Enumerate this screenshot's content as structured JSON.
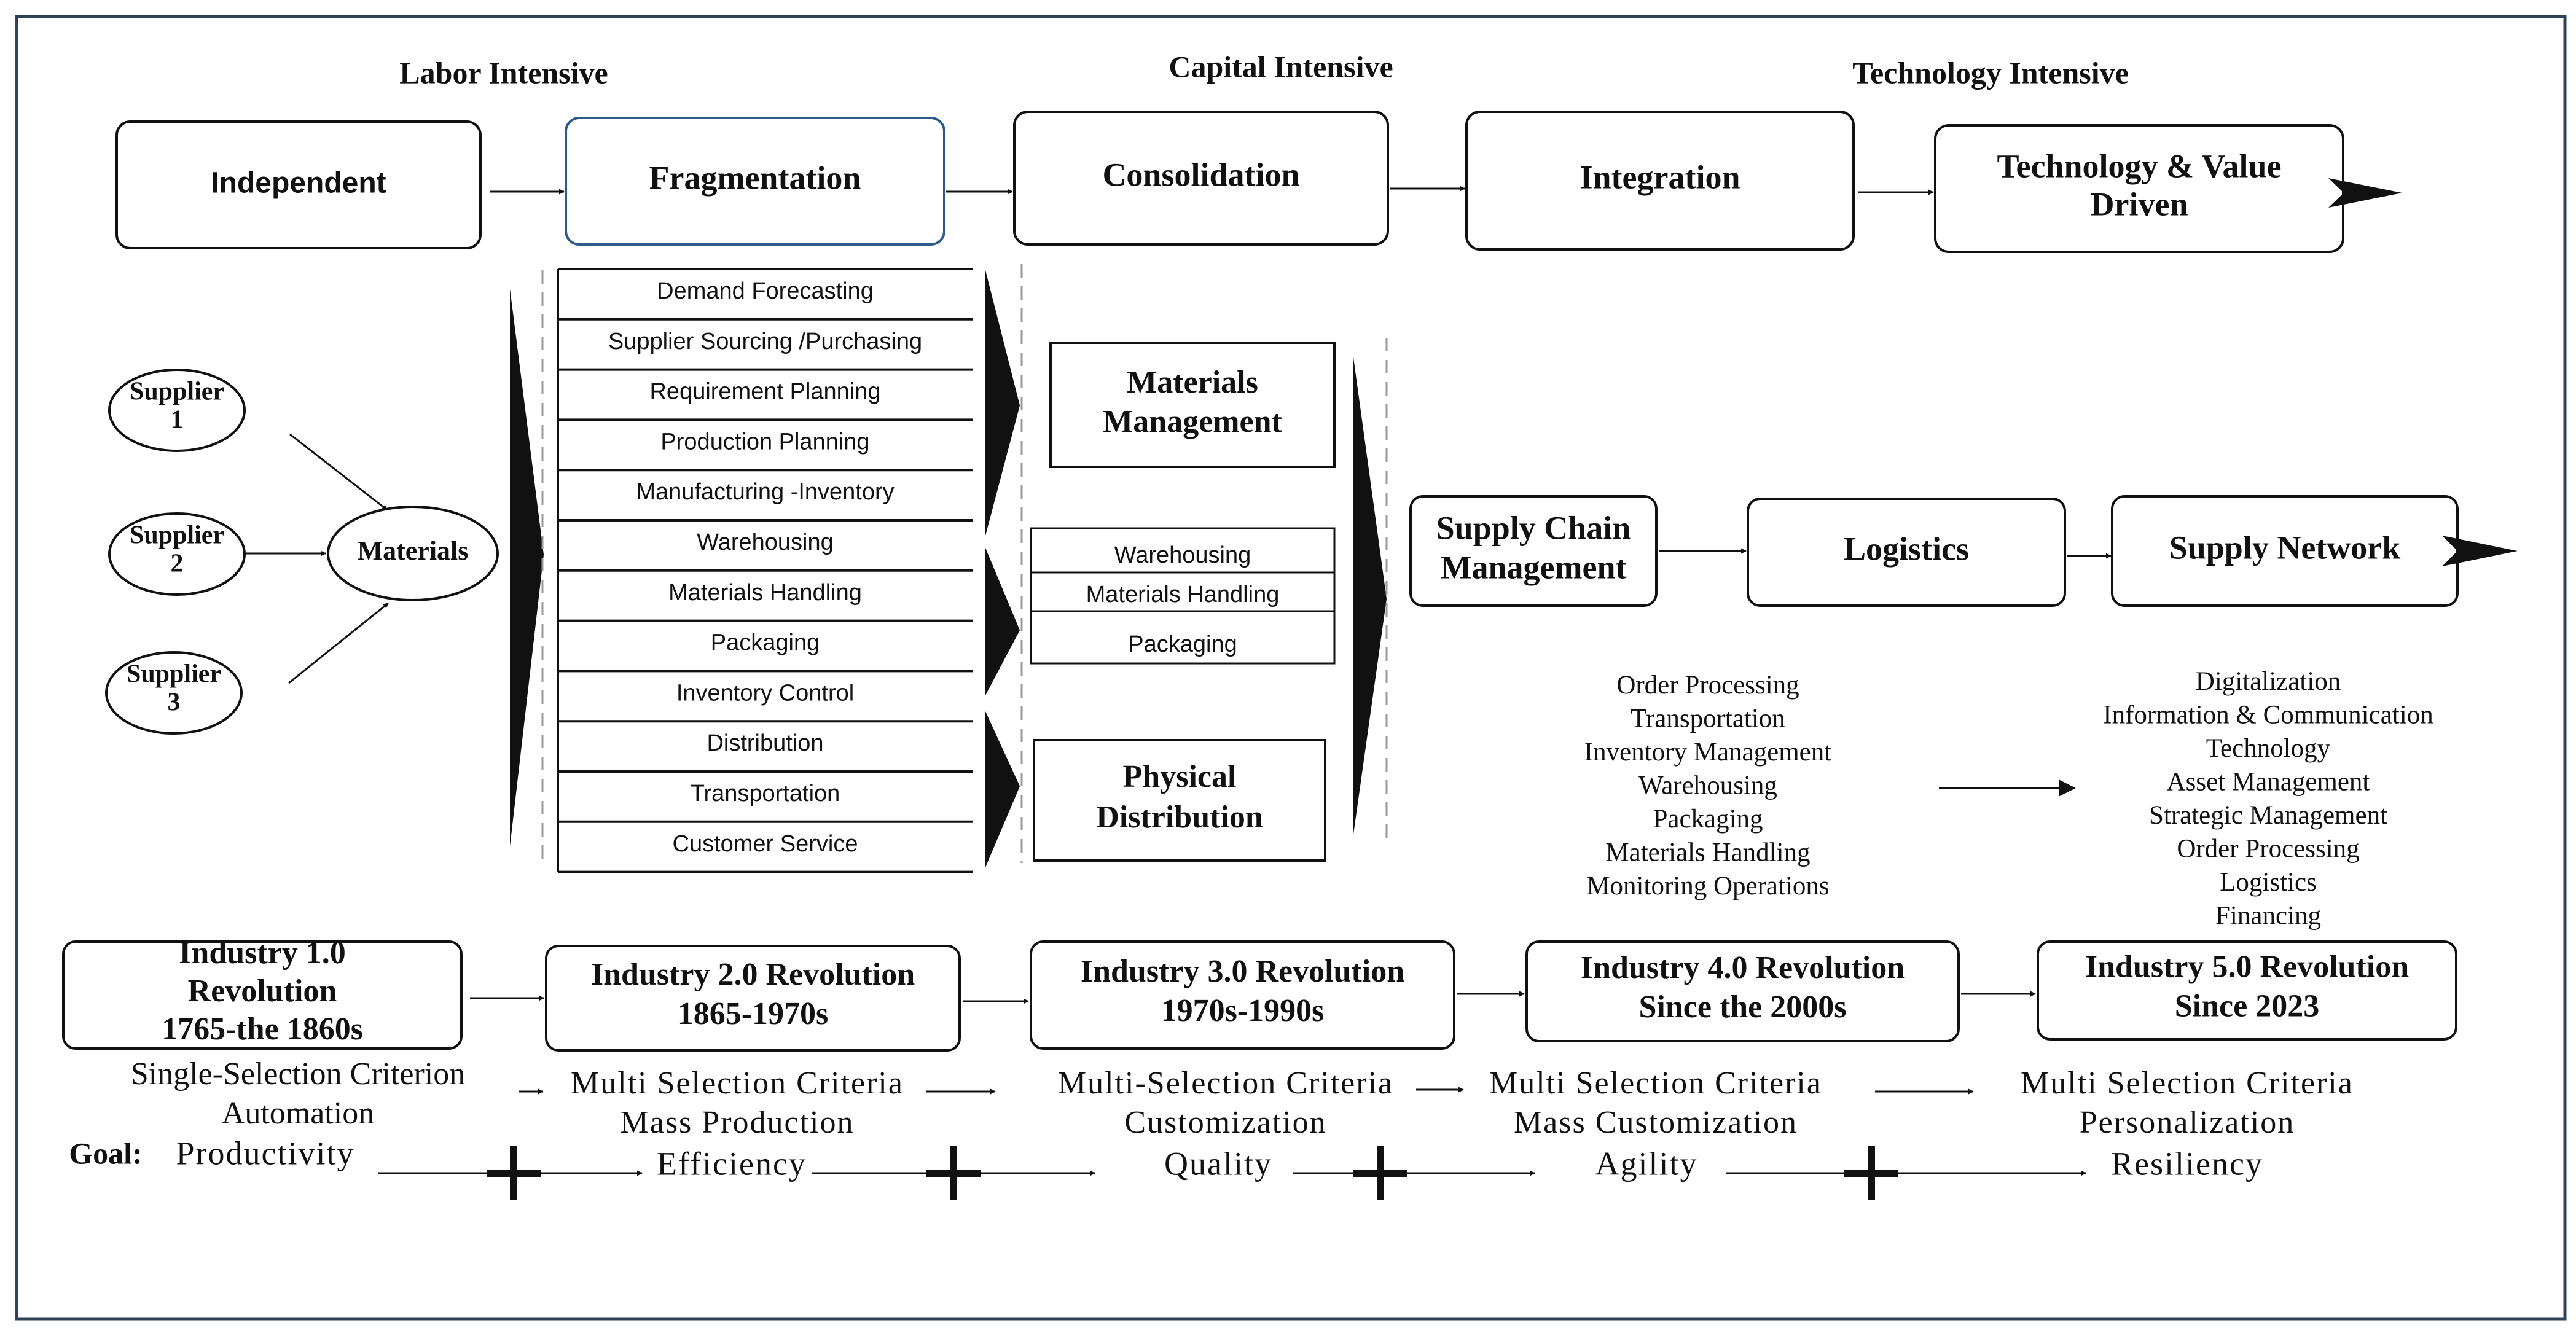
{
  "eras": [
    "Labor Intensive",
    "Capital Intensive",
    "Technology Intensive"
  ],
  "stages": [
    "Independent",
    "Fragmentation",
    "Consolidation",
    "Integration",
    [
      "Technology & Value",
      "Driven"
    ]
  ],
  "suppliers": [
    [
      "Supplier",
      "1"
    ],
    [
      "Supplier",
      "2"
    ],
    [
      "Supplier",
      "3"
    ]
  ],
  "materials_label": "Materials",
  "fragmentation_activities": [
    "Demand Forecasting",
    "Supplier Sourcing /Purchasing",
    "Requirement Planning",
    "Production Planning",
    "Manufacturing -Inventory",
    "Warehousing",
    "Materials Handling",
    "Packaging",
    "Inventory Control",
    "Distribution",
    "Transportation",
    "Customer Service"
  ],
  "materials_management": [
    "Materials",
    "Management"
  ],
  "consolidation_middle": [
    "Warehousing",
    "Materials Handling",
    "Packaging"
  ],
  "physical_distribution": [
    "Physical",
    "Distribution"
  ],
  "integration_boxes": [
    [
      "Supply Chain",
      "Management"
    ],
    [
      "Logistics"
    ],
    [
      "Supply Network"
    ]
  ],
  "integration_functions": [
    "Order Processing",
    "Transportation",
    "Inventory Management",
    "Warehousing",
    "Packaging",
    "Materials Handling",
    "Monitoring Operations"
  ],
  "network_functions": [
    "Digitalization",
    "Information & Communication",
    "Technology",
    "Asset Management",
    "Strategic Management",
    "Order Processing",
    "Logistics",
    "Financing"
  ],
  "industries": [
    [
      "Industry 1.0",
      "Revolution",
      "1765-the 1860s"
    ],
    [
      "Industry 2.0 Revolution",
      "1865-1970s"
    ],
    [
      "Industry 3.0 Revolution",
      "1970s-1990s"
    ],
    [
      "Industry 4.0 Revolution",
      "Since the 2000s"
    ],
    [
      "Industry 5.0 Revolution",
      "Since 2023"
    ]
  ],
  "criteria": [
    [
      "Single-Selection Criterion",
      "Automation"
    ],
    [
      "Multi Selection Criteria",
      "Mass Production"
    ],
    [
      "Multi-Selection Criteria",
      "Customization"
    ],
    [
      "Multi Selection Criteria",
      "Mass Customization"
    ],
    [
      "Multi Selection Criteria",
      "Personalization"
    ]
  ],
  "goal_label": "Goal:",
  "goals": [
    "Productivity",
    "Efficiency",
    "Quality",
    "Agility",
    "Resiliency"
  ]
}
